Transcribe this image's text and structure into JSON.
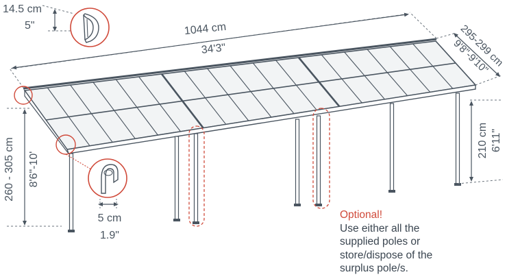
{
  "dims": {
    "length_cm": "1044 cm",
    "length_ft": "34'3\"",
    "profile_cm": "14.5 cm",
    "profile_in": "5\"",
    "depth_cm": "295-299 cm",
    "depth_ft": "9'8\"-9'10\"",
    "back_height_cm": "210 cm",
    "back_height_ft": "6'11\"",
    "front_height_cm": "260 - 305 cm",
    "front_height_ft": "8'6\"-10'",
    "gutter_cm": "5 cm",
    "gutter_in": "1.9\""
  },
  "note": {
    "heading": "Optional!",
    "lines": [
      "Use either all the",
      "supplied poles or",
      "store/dispose of the",
      "surplus pole/s."
    ]
  },
  "colors": {
    "line": "#4a5560",
    "dim_line": "#6a737c",
    "accent": "#d04a3a",
    "panel_fill": "#f2f4f5"
  }
}
